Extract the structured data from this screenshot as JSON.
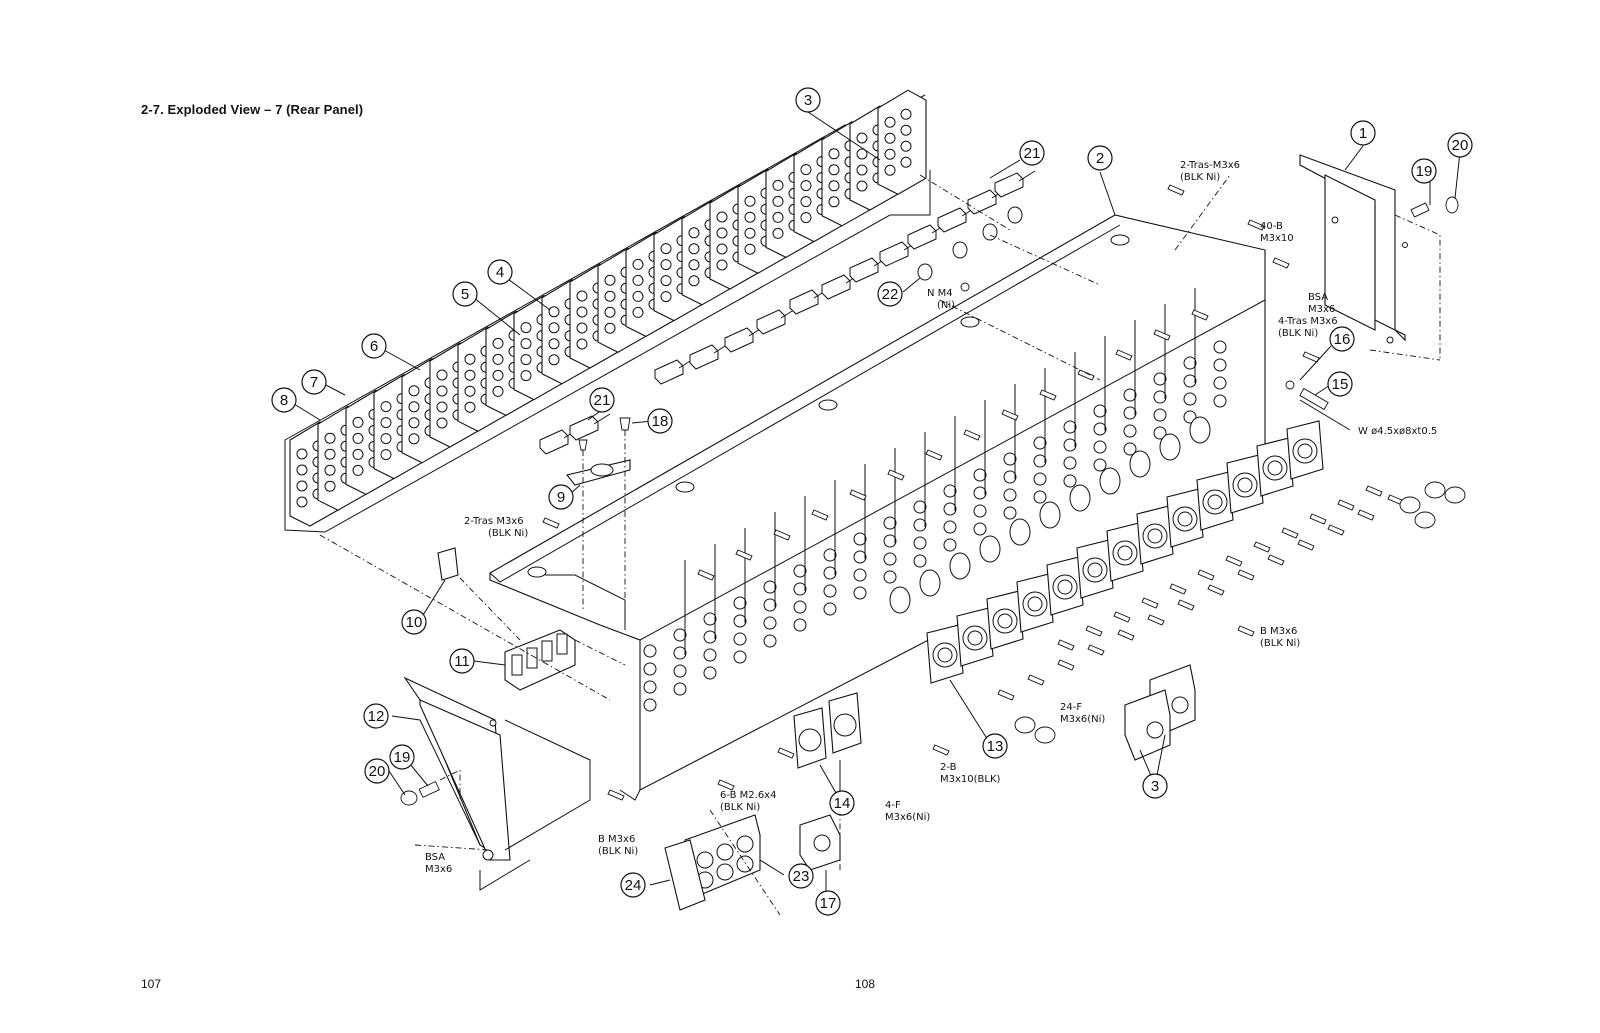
{
  "title": "2-7. Exploded View – 7 (Rear Panel)",
  "page_numbers": {
    "left": "107",
    "right": "108"
  },
  "callouts": [
    "3",
    "21",
    "2",
    "1",
    "19",
    "20",
    "22",
    "4",
    "5",
    "6",
    "7",
    "8",
    "21",
    "18",
    "9",
    "16",
    "15",
    "10",
    "11",
    "12",
    "19",
    "20",
    "13",
    "14",
    "3",
    "23",
    "24",
    "17"
  ],
  "notes": {
    "screw_top": [
      "2-Tras-M3x6",
      "(BLK Ni)"
    ],
    "screw_40b": [
      "40-B",
      "M3x10"
    ],
    "nut": [
      "N M4",
      "(Ni)"
    ],
    "bsa_top": [
      "BSA",
      "M3x6"
    ],
    "tras4": [
      "4-Tras M3x6",
      "(BLK Ni)"
    ],
    "washer": [
      "W ø4.5xø8xt0.5"
    ],
    "tras2": [
      "2-Tras M3x6",
      "(BLK Ni)"
    ],
    "b_right": [
      "B M3x6",
      "(BLK Ni)"
    ],
    "f24": [
      "24-F",
      "M3x6(Ni)"
    ],
    "b2": [
      "2-B",
      "M3x10(BLK)"
    ],
    "f4": [
      "4-F",
      "M3x6(Ni)"
    ],
    "b6": [
      "6-B M2.6x4",
      "(BLK Ni)"
    ],
    "b_left": [
      "B M3x6",
      "(BLK Ni)"
    ],
    "bsa_left": [
      "BSA",
      "M3x6"
    ]
  }
}
